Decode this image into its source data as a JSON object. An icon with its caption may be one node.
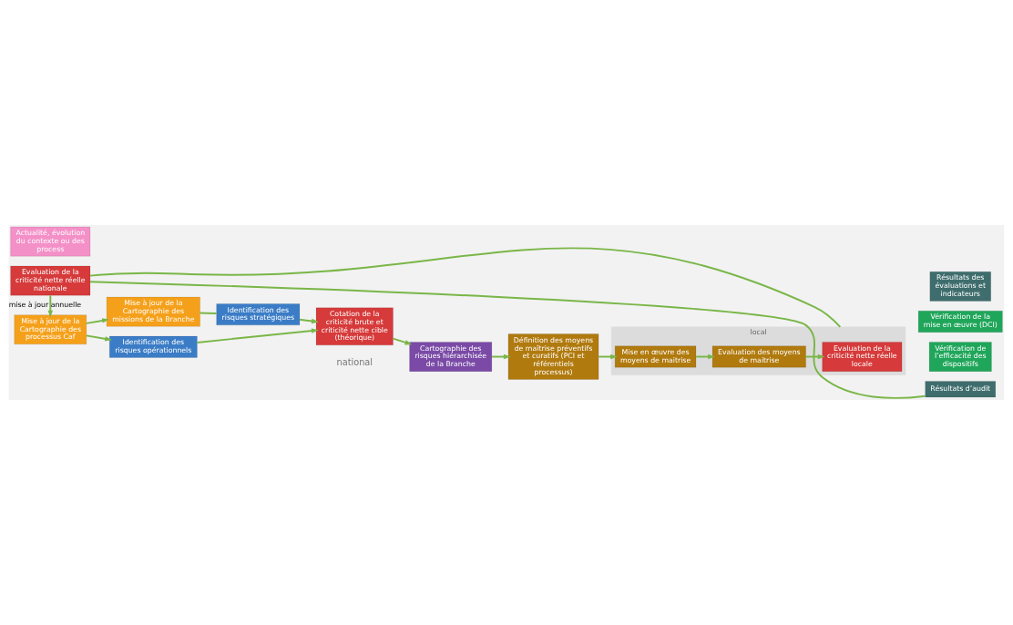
{
  "diagram": {
    "nodes": [
      {
        "text": [
          "Mise à jour de la Cartographie des missions de la Branche"
        ]
      },
      {
        "text": [
          "Identification des risques stratégiques"
        ]
      },
      {
        "text": [
          "Cotation de la criticité brute et criticité nette cible (théorique)"
        ]
      },
      {
        "text": [
          "Cartographie des risques hiérarchisée de la Branche"
        ]
      },
      {
        "text": [
          "Définition des moyens de maîtrise préventifs et curatifs (PCI et référentiels processus)"
        ]
      },
      {
        "text": [
          "local"
        ]
      },
      {
        "text": [
          "Mise en œuvre des moyens de maitrise"
        ],
        "in": 5
      },
      {
        "text": [
          "Evaluation des moyens de maitrise"
        ],
        "in": 5
      },
      {
        "text": [
          "Evaluation de la criticité nette réelle locale"
        ],
        "in": 5
      },
      {
        "text": [
          "Vérification de l’efficacité des dispositifs"
        ]
      },
      {
        "text": [
          "Vérification de la mise en œuvre (DCI)"
        ]
      },
      {
        "text": [
          "Résultats des évaluations et indicateurs"
        ]
      },
      {
        "text": [
          "Résultats d’audit"
        ]
      },
      {
        "text": [
          "Identification des risques opérationnels"
        ]
      },
      {
        "text": [
          "Mise à jour de la Cartographie des processus Caf"
        ]
      },
      {
        "text": [
          "Evaluation de la criticité nette réelle nationale"
        ]
      },
      {
        "text": [
          "Actualité, évolution du contexte ou des process"
        ]
      }
    ],
    "edges": [
      {
        "from": 0,
        "to": 1,
        "arrow": "none"
      },
      {
        "from": 1,
        "to": 2,
        "arrow": "to"
      },
      {
        "from": 13,
        "to": 2,
        "arrow": "to"
      },
      {
        "from": 2,
        "to": 3,
        "arrow": "to"
      },
      {
        "from": 3,
        "to": 4,
        "arrow": "to"
      },
      {
        "from": 4,
        "to": 6,
        "arrow": "to"
      },
      {
        "from": 6,
        "to": 7,
        "arrow": "to"
      },
      {
        "from": 7,
        "to": 8,
        "arrow": "to"
      },
      {
        "from": 5,
        "to": 15,
        "arrow": "none"
      },
      {
        "from": 12,
        "to": 15,
        "arrow": "none"
      },
      {
        "from": 15,
        "to": 14,
        "arrow": "to",
        "label": "mise à jour annuelle"
      },
      {
        "from": 14,
        "to": 13,
        "arrow": "to"
      },
      {
        "from": 14,
        "to": 0,
        "arrow": "to"
      }
    ],
    "labels": [
      "national"
    ]
  }
}
